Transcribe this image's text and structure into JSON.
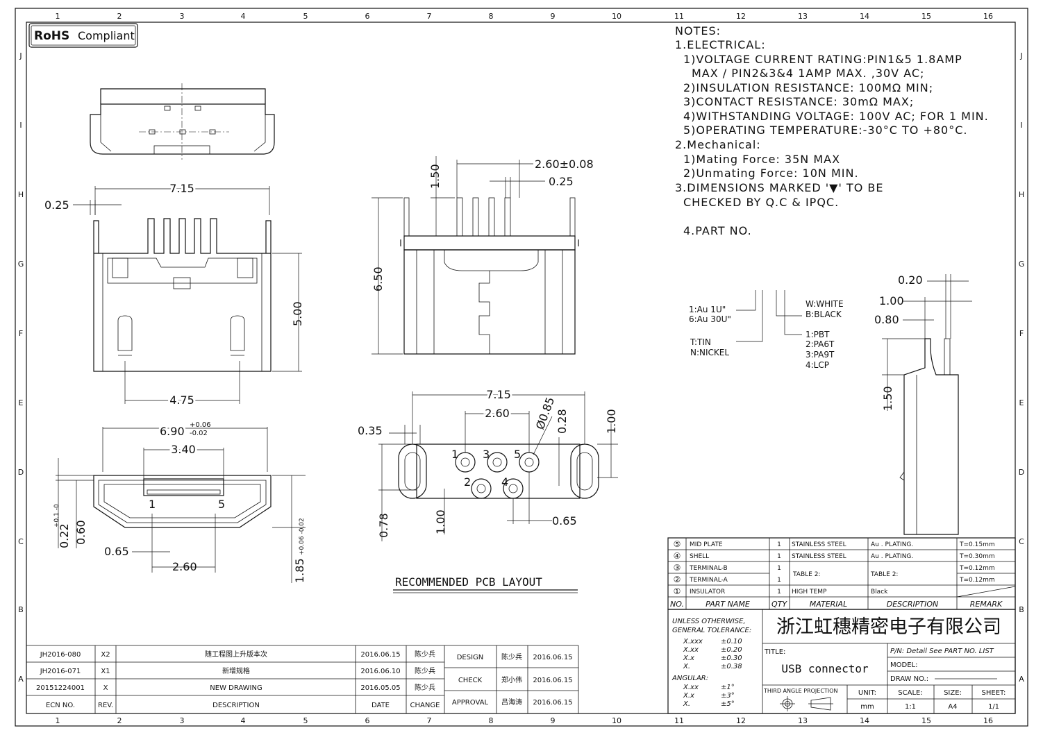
{
  "zones": {
    "columns": [
      "1",
      "2",
      "3",
      "4",
      "5",
      "6",
      "7",
      "8",
      "9",
      "10",
      "11",
      "12",
      "13",
      "14",
      "15",
      "16"
    ],
    "rows": [
      "J",
      "I",
      "H",
      "G",
      "F",
      "E",
      "D",
      "C",
      "B",
      "A"
    ]
  },
  "badge": {
    "rohs": "RoHS",
    "compliant": "Compliant"
  },
  "notes": {
    "title": "NOTES:",
    "lines": [
      "1.ELECTRICAL:",
      " 1)VOLTAGE CURRENT RATING:PIN1&5 1.8AMP",
      "  MAX / PIN2&3&4 1AMP MAX. ,30V AC;",
      " 2)INSULATION RESISTANCE: 100MΩ MIN;",
      " 3)CONTACT RESISTANCE: 30mΩ MAX;",
      " 4)WITHSTANDING VOLTAGE: 100V AC; FOR 1 MIN.",
      " 5)OPERATING TEMPERATURE:-30°C TO +80°C.",
      "2.Mechanical:",
      " 1)Mating Force:  35N MAX",
      " 2)Unmating Force:  10N MIN.",
      "3.DIMENSIONS MARKED '▼' TO BE",
      "  CHECKED BY Q.C & IPQC.",
      "  4.PART NO."
    ]
  },
  "part_no_legend": {
    "plating_a": "1:Au 1U\"",
    "plating_b": "6:Au 30U\"",
    "finish_a": "T:TIN",
    "finish_b": "N:NICKEL",
    "color_a": "W:WHITE",
    "color_b": "B:BLACK",
    "mat_1": "1:PBT",
    "mat_2": "2:PA6T",
    "mat_3": "3:PA9T",
    "mat_4": "4:LCP"
  },
  "dimensions": {
    "d715": "7.15",
    "d025": "0.25",
    "d500": "5.00",
    "d475": "4.75",
    "d690": "6.90",
    "d690tol_up": "+0.06",
    "d690tol_dn": "-0.02",
    "d340": "3.40",
    "d022": "0.22",
    "d022tol": "+0.1 -0",
    "d060": "0.60",
    "d065": "0.65",
    "d260": "2.60",
    "d185": "1.85",
    "d185tol": "+0.06 -0.02",
    "pin1": "1",
    "pin5": "5",
    "side_150": "1.50",
    "side_260": "2.60±0.08",
    "side_025": "0.25",
    "side_650": "6.50",
    "pcb_715": "7.15",
    "pcb_260": "2.60",
    "pcb_085": "Ø0.85",
    "pcb_028": "0.28",
    "pcb_100": "1.00",
    "pcb_035": "0.35",
    "pcb_078": "0.78",
    "pcb_100b": "1.00",
    "pcb_065": "0.65",
    "pcb_p1": "1",
    "pcb_p2": "2",
    "pcb_p3": "3",
    "pcb_p4": "4",
    "pcb_p5": "5",
    "det_020": "0.20",
    "det_100": "1.00",
    "det_080": "0.80",
    "det_150": "1.50"
  },
  "pcb_caption": "RECOMMENDED PCB LAYOUT",
  "parts_table": {
    "rows": [
      {
        "no": "⑤",
        "name": "MID PLATE",
        "qty": "1",
        "material": "STAINLESS STEEL",
        "description": "Au . PLATING.",
        "remark": "T=0.15mm"
      },
      {
        "no": "④",
        "name": "SHELL",
        "qty": "1",
        "material": "STAINLESS STEEL",
        "description": "Au . PLATING.",
        "remark": "T=0.30mm"
      },
      {
        "no": "③",
        "name": "TERMINAL-B",
        "qty": "1",
        "material": "TABLE 2:",
        "description": "TABLE 2:",
        "remark": "T=0.12mm"
      },
      {
        "no": "②",
        "name": "TERMINAL-A",
        "qty": "1",
        "material": "",
        "description": "",
        "remark": "T=0.12mm"
      },
      {
        "no": "①",
        "name": "INSULATOR",
        "qty": "1",
        "material": "HIGH TEMP",
        "description": "Black",
        "remark": ""
      }
    ],
    "headers": {
      "no": "NO.",
      "name": "PART NAME",
      "qty": "QTY",
      "material": "MATERIAL",
      "description": "DESCRIPTION",
      "remark": "REMARK"
    }
  },
  "title_block": {
    "tol_title1": "UNLESS OTHERWISE,",
    "tol_title2": "GENERAL TOLERANCE:",
    "tolerances": [
      {
        "k": "X.xxx",
        "v": "±0.10"
      },
      {
        "k": "X.xx",
        "v": "±0.20"
      },
      {
        "k": "X.x",
        "v": "±0.30"
      },
      {
        "k": "X.",
        "v": "±0.38"
      }
    ],
    "angular_label": "ANGULAR:",
    "angular": [
      {
        "k": "X.xx",
        "v": "±1°"
      },
      {
        "k": "X.x",
        "v": "±3°"
      },
      {
        "k": "X.",
        "v": "±5°"
      }
    ],
    "company": "浙江虹穗精密电子有限公司",
    "title_label": "TITLE:",
    "title": "USB connector",
    "pn": "P/N: Detail See PART NO. LIST",
    "model": "MODEL:",
    "draw_no": "DRAW NO.:",
    "projection": "THIRD ANGLE PROJECTION",
    "unit_label": "UNIT:",
    "unit": "mm",
    "scale_label": "SCALE:",
    "scale": "1:1",
    "size_label": "SIZE:",
    "size": "A4",
    "sheet_label": "SHEET:",
    "sheet": "1/1"
  },
  "revisions": {
    "rows": [
      {
        "ecn": "JH2016-080",
        "rev": "X2",
        "desc": "随工程图上升版本次",
        "date": "2016.06.15",
        "change": "陈少兵"
      },
      {
        "ecn": "JH2016-071",
        "rev": "X1",
        "desc": "新增规格",
        "date": "2016.06.10",
        "change": "陈少兵"
      },
      {
        "ecn": "20151224001",
        "rev": "X",
        "desc": "NEW DRAWING",
        "date": "2016.05.05",
        "change": "陈少兵"
      }
    ],
    "headers": {
      "ecn": "ECN NO.",
      "rev": "REV.",
      "desc": "DESCRIPTION",
      "date": "DATE",
      "change": "CHANGE"
    }
  },
  "approvals": [
    {
      "role": "DESIGN",
      "name": "陈少兵",
      "date": "2016.06.15"
    },
    {
      "role": "CHECK",
      "name": "郑小伟",
      "date": "2016.06.15"
    },
    {
      "role": "APPROVAL",
      "name": "吕海涛",
      "date": "2016.06.15"
    }
  ]
}
